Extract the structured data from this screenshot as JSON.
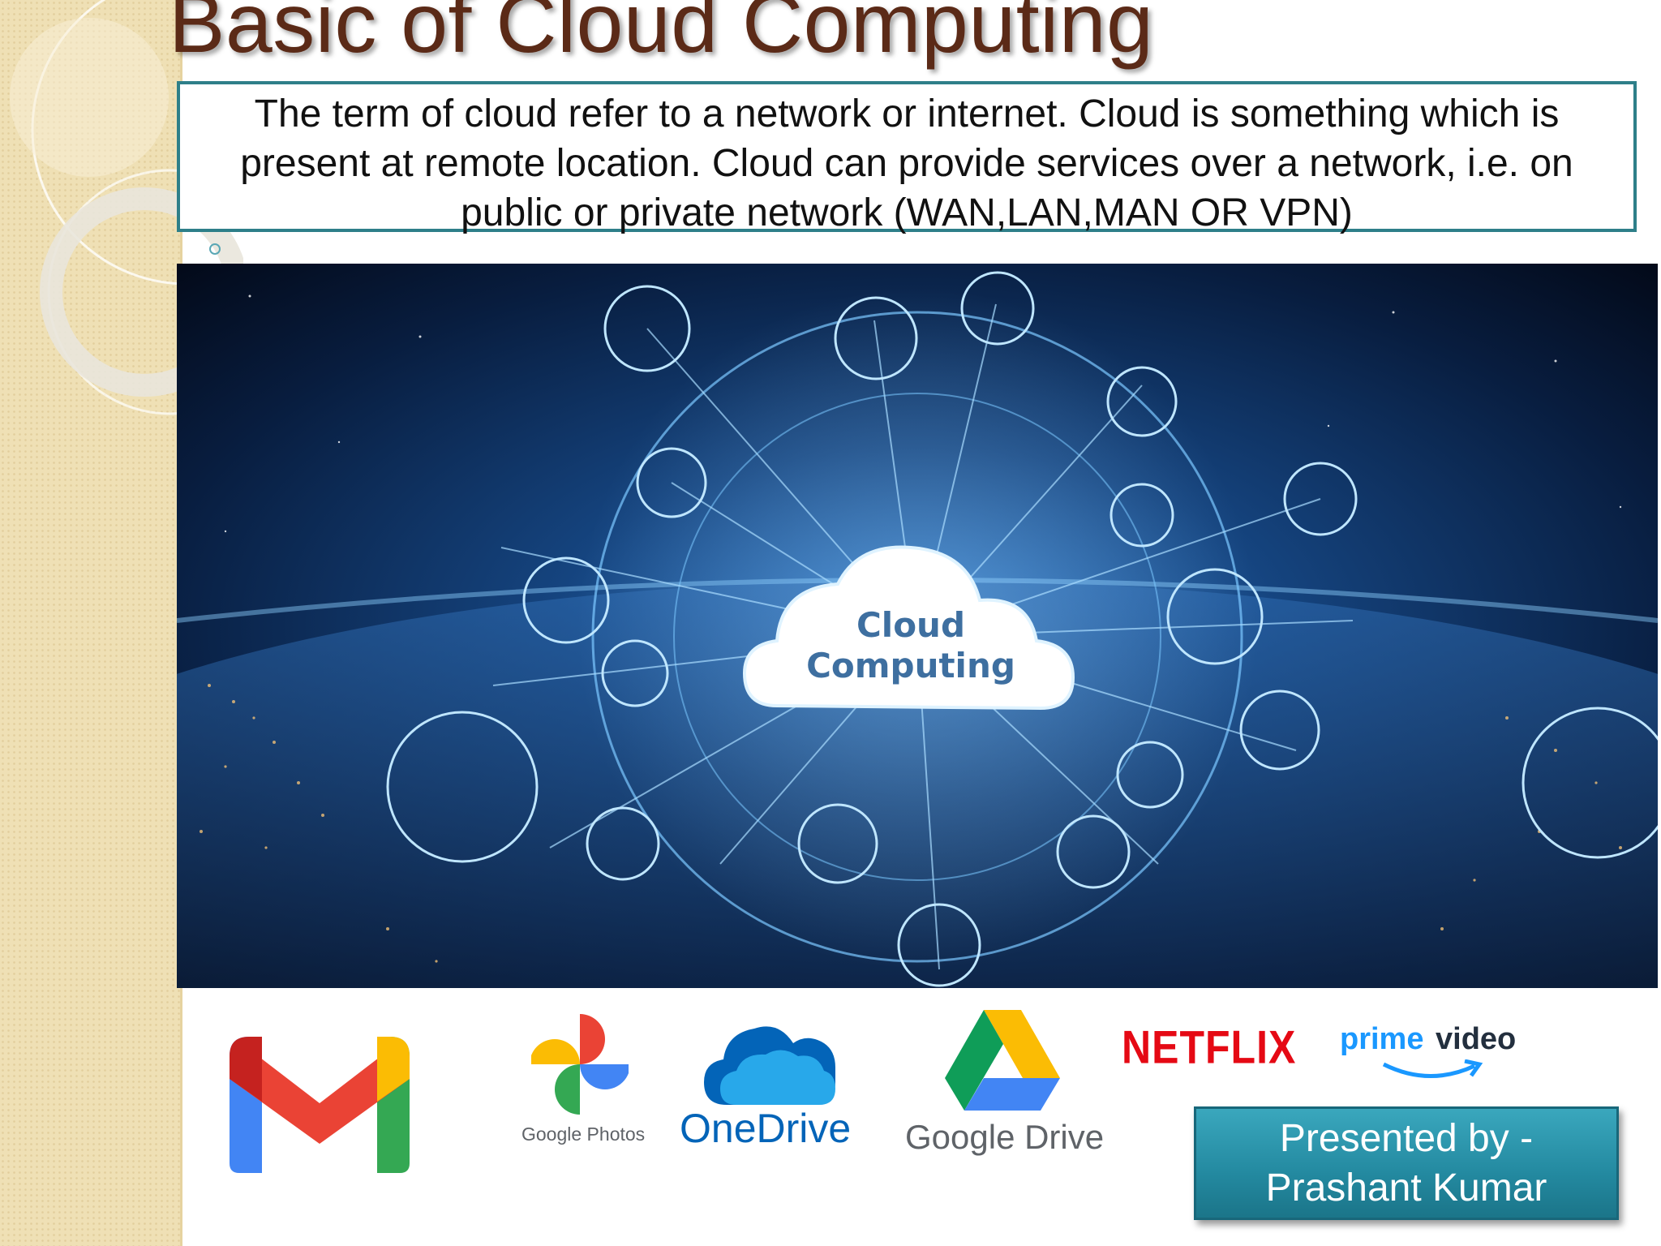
{
  "slide": {
    "title": "Basic of Cloud Computing",
    "intro_text": "The term of cloud refer to a network or internet. Cloud is something which is present at remote location. Cloud can provide services over a network, i.e. on public or private network (WAN,LAN,MAN OR VPN)"
  },
  "hero_image": {
    "cloud_line1": "Cloud",
    "cloud_line2": "Computing"
  },
  "logos": {
    "photos": "Google Photos",
    "onedrive": "OneDrive",
    "drive": "Google Drive",
    "netflix": "NETFLIX",
    "prime_prime": "prime",
    "prime_video": "video"
  },
  "presenter": {
    "line1": "Presented by -",
    "line2": "Prashant Kumar"
  },
  "colors": {
    "title": "#5b2a17",
    "box_border": "#2e7f89",
    "presenter_bg": "#2389a0",
    "netflix": "#e50914",
    "onedrive": "#0364b8"
  }
}
